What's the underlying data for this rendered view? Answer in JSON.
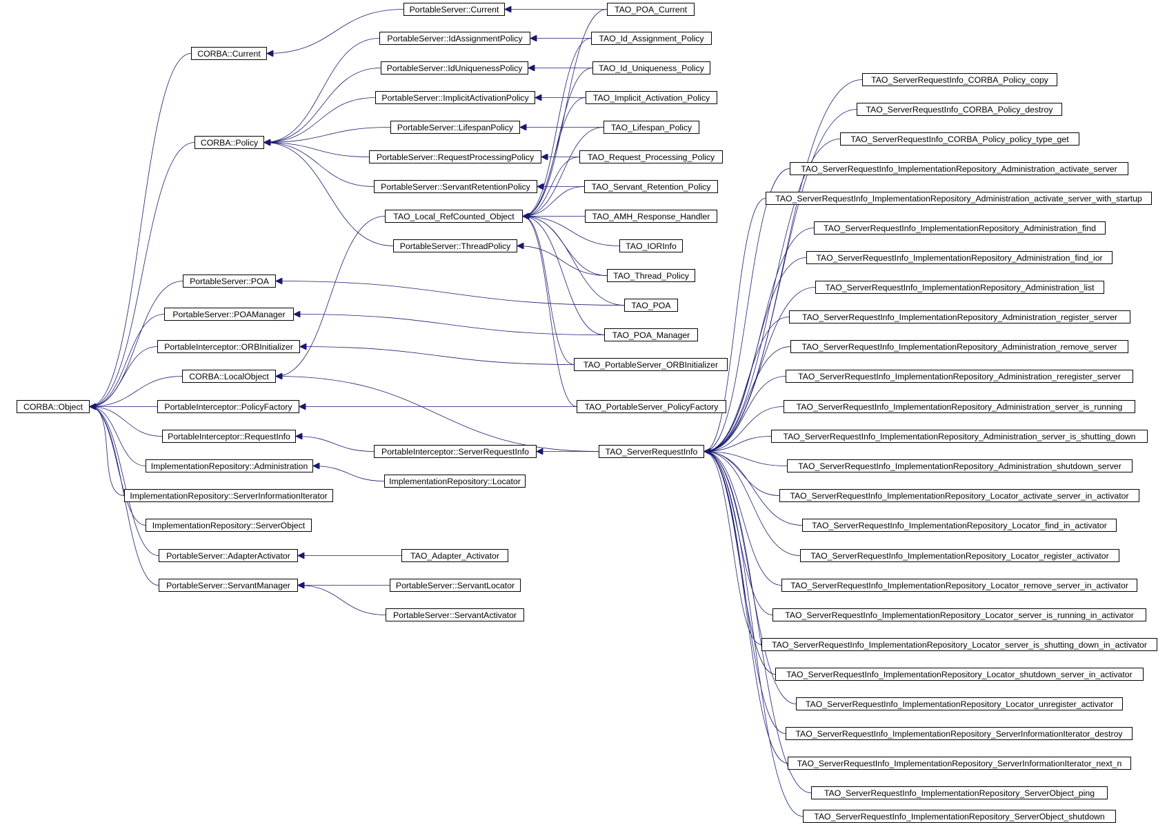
{
  "diagram": {
    "color": "#191970",
    "nodes": {
      "corba_object": "CORBA::Object",
      "corba_current": "CORBA::Current",
      "corba_policy": "CORBA::Policy",
      "ps_current": "PortableServer::Current",
      "ps_idassign": "PortableServer::IdAssignmentPolicy",
      "ps_iduniq": "PortableServer::IdUniquenessPolicy",
      "ps_implicit": "PortableServer::ImplicitActivationPolicy",
      "ps_lifespan": "PortableServer::LifespanPolicy",
      "ps_reqproc": "PortableServer::RequestProcessingPolicy",
      "ps_servret": "PortableServer::ServantRetentionPolicy",
      "tao_local_ref": "TAO_Local_RefCounted_Object",
      "ps_thread": "PortableServer::ThreadPolicy",
      "ps_poa": "PortableServer::POA",
      "ps_poamgr": "PortableServer::POAManager",
      "pi_orbinit": "PortableInterceptor::ORBInitializer",
      "corba_local": "CORBA::LocalObject",
      "pi_polfact": "PortableInterceptor::PolicyFactory",
      "pi_reqinfo": "PortableInterceptor::RequestInfo",
      "ir_admin": "ImplementationRepository::Administration",
      "ir_sii": "ImplementationRepository::ServerInformationIterator",
      "ir_so": "ImplementationRepository::ServerObject",
      "ps_adapter": "PortableServer::AdapterActivator",
      "ps_servmgr": "PortableServer::ServantManager",
      "pi_sri": "PortableInterceptor::ServerRequestInfo",
      "ir_locator": "ImplementationRepository::Locator",
      "tao_adapter": "TAO_Adapter_Activator",
      "ps_servloc": "PortableServer::ServantLocator",
      "ps_servact": "PortableServer::ServantActivator",
      "tao_poa_current": "TAO_POA_Current",
      "tao_idassign": "TAO_Id_Assignment_Policy",
      "tao_iduniq": "TAO_Id_Uniqueness_Policy",
      "tao_implicit": "TAO_Implicit_Activation_Policy",
      "tao_lifespan": "TAO_Lifespan_Policy",
      "tao_reqproc": "TAO_Request_Processing_Policy",
      "tao_servret": "TAO_Servant_Retention_Policy",
      "tao_amh": "TAO_AMH_Response_Handler",
      "tao_iorinfo": "TAO_IORInfo",
      "tao_thread": "TAO_Thread_Policy",
      "tao_poa": "TAO_POA",
      "tao_poamgr": "TAO_POA_Manager",
      "tao_ps_orbinit": "TAO_PortableServer_ORBInitializer",
      "tao_ps_polfact": "TAO_PortableServer_PolicyFactory",
      "tao_sri": "TAO_ServerRequestInfo",
      "sri_pol_copy": "TAO_ServerRequestInfo_CORBA_Policy_copy",
      "sri_pol_destroy": "TAO_ServerRequestInfo_CORBA_Policy_destroy",
      "sri_pol_type": "TAO_ServerRequestInfo_CORBA_Policy_policy_type_get",
      "sri_a_activate": "TAO_ServerRequestInfo_ImplementationRepository_Administration_activate_server",
      "sri_a_activate_ws": "TAO_ServerRequestInfo_ImplementationRepository_Administration_activate_server_with_startup",
      "sri_a_find": "TAO_ServerRequestInfo_ImplementationRepository_Administration_find",
      "sri_a_find_ior": "TAO_ServerRequestInfo_ImplementationRepository_Administration_find_ior",
      "sri_a_list": "TAO_ServerRequestInfo_ImplementationRepository_Administration_list",
      "sri_a_register": "TAO_ServerRequestInfo_ImplementationRepository_Administration_register_server",
      "sri_a_remove": "TAO_ServerRequestInfo_ImplementationRepository_Administration_remove_server",
      "sri_a_reregister": "TAO_ServerRequestInfo_ImplementationRepository_Administration_reregister_server",
      "sri_a_running": "TAO_ServerRequestInfo_ImplementationRepository_Administration_server_is_running",
      "sri_a_shutting": "TAO_ServerRequestInfo_ImplementationRepository_Administration_server_is_shutting_down",
      "sri_a_shutdown": "TAO_ServerRequestInfo_ImplementationRepository_Administration_shutdown_server",
      "sri_l_activate": "TAO_ServerRequestInfo_ImplementationRepository_Locator_activate_server_in_activator",
      "sri_l_find": "TAO_ServerRequestInfo_ImplementationRepository_Locator_find_in_activator",
      "sri_l_register": "TAO_ServerRequestInfo_ImplementationRepository_Locator_register_activator",
      "sri_l_remove": "TAO_ServerRequestInfo_ImplementationRepository_Locator_remove_server_in_activator",
      "sri_l_running": "TAO_ServerRequestInfo_ImplementationRepository_Locator_server_is_running_in_activator",
      "sri_l_shutting": "TAO_ServerRequestInfo_ImplementationRepository_Locator_server_is_shutting_down_in_activator",
      "sri_l_shutdown": "TAO_ServerRequestInfo_ImplementationRepository_Locator_shutdown_server_in_activator",
      "sri_l_unregister": "TAO_ServerRequestInfo_ImplementationRepository_Locator_unregister_activator",
      "sri_sii_destroy": "TAO_ServerRequestInfo_ImplementationRepository_ServerInformationIterator_destroy",
      "sri_sii_next": "TAO_ServerRequestInfo_ImplementationRepository_ServerInformationIterator_next_n",
      "sri_so_ping": "TAO_ServerRequestInfo_ImplementationRepository_ServerObject_ping",
      "sri_so_shutdown": "TAO_ServerRequestInfo_ImplementationRepository_ServerObject_shutdown"
    },
    "edges": [
      [
        "corba_current",
        "corba_object"
      ],
      [
        "corba_policy",
        "corba_object"
      ],
      [
        "ps_poa",
        "corba_object"
      ],
      [
        "ps_poamgr",
        "corba_object"
      ],
      [
        "pi_orbinit",
        "corba_object"
      ],
      [
        "corba_local",
        "corba_object"
      ],
      [
        "pi_polfact",
        "corba_object"
      ],
      [
        "pi_reqinfo",
        "corba_object"
      ],
      [
        "ir_admin",
        "corba_object"
      ],
      [
        "ir_sii",
        "corba_object"
      ],
      [
        "ir_so",
        "corba_object"
      ],
      [
        "ps_adapter",
        "corba_object"
      ],
      [
        "ps_servmgr",
        "corba_object"
      ],
      [
        "ps_current",
        "corba_current"
      ],
      [
        "ps_idassign",
        "corba_policy"
      ],
      [
        "ps_iduniq",
        "corba_policy"
      ],
      [
        "ps_implicit",
        "corba_policy"
      ],
      [
        "ps_lifespan",
        "corba_policy"
      ],
      [
        "ps_reqproc",
        "corba_policy"
      ],
      [
        "ps_servret",
        "corba_policy"
      ],
      [
        "ps_thread",
        "corba_policy"
      ],
      [
        "tao_local_ref",
        "corba_local"
      ],
      [
        "tao_sri",
        "corba_local"
      ],
      [
        "pi_sri",
        "pi_reqinfo"
      ],
      [
        "ir_locator",
        "ir_admin"
      ],
      [
        "tao_adapter",
        "ps_adapter"
      ],
      [
        "ps_servloc",
        "ps_servmgr"
      ],
      [
        "ps_servact",
        "ps_servmgr"
      ],
      [
        "tao_poa_current",
        "ps_current"
      ],
      [
        "tao_idassign",
        "ps_idassign"
      ],
      [
        "tao_iduniq",
        "ps_iduniq"
      ],
      [
        "tao_implicit",
        "ps_implicit"
      ],
      [
        "tao_lifespan",
        "ps_lifespan"
      ],
      [
        "tao_reqproc",
        "ps_reqproc"
      ],
      [
        "tao_servret",
        "ps_servret"
      ],
      [
        "tao_thread",
        "ps_thread"
      ],
      [
        "tao_poa",
        "ps_poa"
      ],
      [
        "tao_poamgr",
        "ps_poamgr"
      ],
      [
        "tao_ps_orbinit",
        "pi_orbinit"
      ],
      [
        "tao_ps_polfact",
        "pi_polfact"
      ],
      [
        "tao_sri",
        "pi_sri"
      ],
      [
        "tao_poa_current",
        "tao_local_ref"
      ],
      [
        "tao_idassign",
        "tao_local_ref"
      ],
      [
        "tao_iduniq",
        "tao_local_ref"
      ],
      [
        "tao_implicit",
        "tao_local_ref"
      ],
      [
        "tao_lifespan",
        "tao_local_ref"
      ],
      [
        "tao_reqproc",
        "tao_local_ref"
      ],
      [
        "tao_servret",
        "tao_local_ref"
      ],
      [
        "tao_amh",
        "tao_local_ref"
      ],
      [
        "tao_iorinfo",
        "tao_local_ref"
      ],
      [
        "tao_thread",
        "tao_local_ref"
      ],
      [
        "tao_poa",
        "tao_local_ref"
      ],
      [
        "tao_poamgr",
        "tao_local_ref"
      ],
      [
        "tao_ps_orbinit",
        "tao_local_ref"
      ],
      [
        "tao_ps_polfact",
        "tao_local_ref"
      ],
      [
        "sri_pol_copy",
        "tao_sri"
      ],
      [
        "sri_pol_destroy",
        "tao_sri"
      ],
      [
        "sri_pol_type",
        "tao_sri"
      ],
      [
        "sri_a_activate",
        "tao_sri"
      ],
      [
        "sri_a_activate_ws",
        "tao_sri"
      ],
      [
        "sri_a_find",
        "tao_sri"
      ],
      [
        "sri_a_find_ior",
        "tao_sri"
      ],
      [
        "sri_a_list",
        "tao_sri"
      ],
      [
        "sri_a_register",
        "tao_sri"
      ],
      [
        "sri_a_remove",
        "tao_sri"
      ],
      [
        "sri_a_reregister",
        "tao_sri"
      ],
      [
        "sri_a_running",
        "tao_sri"
      ],
      [
        "sri_a_shutting",
        "tao_sri"
      ],
      [
        "sri_a_shutdown",
        "tao_sri"
      ],
      [
        "sri_l_activate",
        "tao_sri"
      ],
      [
        "sri_l_find",
        "tao_sri"
      ],
      [
        "sri_l_register",
        "tao_sri"
      ],
      [
        "sri_l_remove",
        "tao_sri"
      ],
      [
        "sri_l_running",
        "tao_sri"
      ],
      [
        "sri_l_shutting",
        "tao_sri"
      ],
      [
        "sri_l_shutdown",
        "tao_sri"
      ],
      [
        "sri_l_unregister",
        "tao_sri"
      ],
      [
        "sri_sii_destroy",
        "tao_sri"
      ],
      [
        "sri_sii_next",
        "tao_sri"
      ],
      [
        "sri_so_ping",
        "tao_sri"
      ],
      [
        "sri_so_shutdown",
        "tao_sri"
      ]
    ]
  }
}
